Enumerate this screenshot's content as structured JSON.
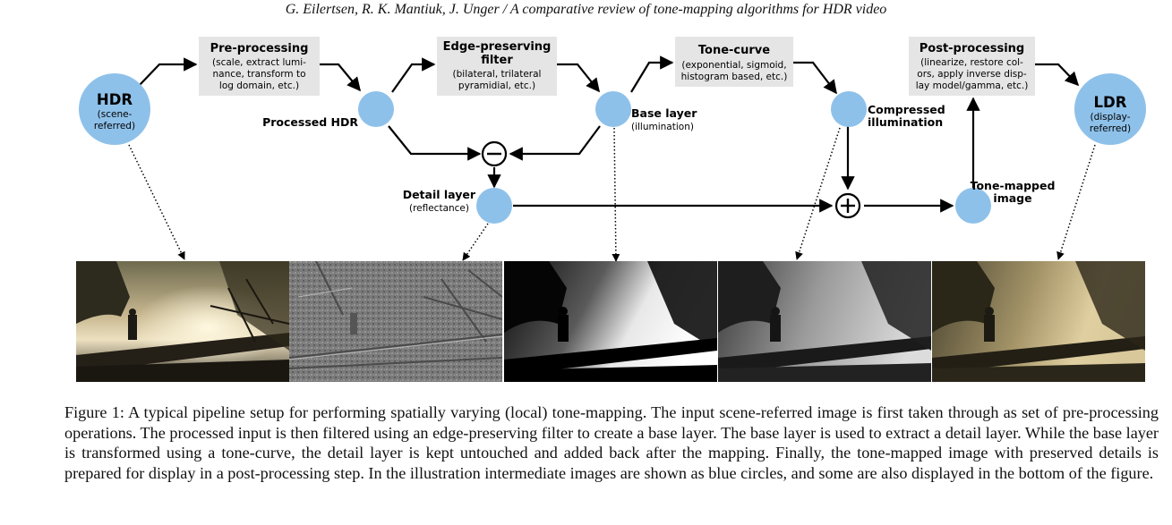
{
  "running_header": "G. Eilertsen, R. K. Mantiuk, J. Unger / A comparative review of tone-mapping algorithms for HDR video",
  "nodes": {
    "hdr": {
      "title": "HDR",
      "sub1": "(scene-",
      "sub2": "referred)"
    },
    "processed_hdr": {
      "label": "Processed HDR"
    },
    "base_layer": {
      "label": "Base layer",
      "sub": "(illumination)"
    },
    "detail_layer": {
      "label": "Detail layer",
      "sub": "(reflectance)"
    },
    "compressed": {
      "label1": "Compressed",
      "label2": "illumination"
    },
    "tone_mapped": {
      "label1": "Tone-mapped",
      "label2": "image"
    },
    "ldr": {
      "title": "LDR",
      "sub1": "(display-",
      "sub2": "referred)"
    }
  },
  "boxes": {
    "preprocessing": {
      "title": "Pre-processing",
      "lines": [
        "(scale, extract lumi-",
        "nance, transform to",
        "log domain, etc.)"
      ]
    },
    "filter": {
      "title1": "Edge-preserving",
      "title2": "filter",
      "lines": [
        "(bilateral, trilateral",
        "pyramidial, etc.)"
      ]
    },
    "tonecurve": {
      "title": "Tone-curve",
      "lines": [
        "(exponential, sigmoid,",
        "histogram based, etc.)"
      ]
    },
    "postprocessing": {
      "title": "Post-processing",
      "lines": [
        "(linearize, restore col-",
        "ors, apply inverse disp-",
        "lay model/gamma, etc.)"
      ]
    }
  },
  "operators": {
    "minus": "subtract-operator",
    "plus": "add-operator"
  },
  "photos": [
    {
      "id": "hdr-photo",
      "tone": "color-sunset"
    },
    {
      "id": "detail-photo",
      "tone": "gray-texture"
    },
    {
      "id": "base-photo",
      "tone": "gray-blurred"
    },
    {
      "id": "compressed-photo",
      "tone": "gray-compressed"
    },
    {
      "id": "ldr-photo",
      "tone": "color-tonemapped"
    }
  ],
  "colors": {
    "node": "#8ec1ea",
    "box": "#e5e5e5",
    "arrow": "#000000"
  },
  "caption": "Figure 1:  A typical pipeline setup for performing spatially varying (local) tone-mapping. The input scene-referred image is first taken through as set of pre-processing operations. The processed input is then filtered using an edge-preserving filter to create a base layer. The base layer is used to extract a detail layer. While the base layer is transformed using a tone-curve, the detail layer is kept untouched and added back after the mapping. Finally, the tone-mapped image with preserved details is prepared for display in a post-processing step. In the illustration intermediate images are shown as blue circles, and some are also displayed in the bottom of the figure."
}
